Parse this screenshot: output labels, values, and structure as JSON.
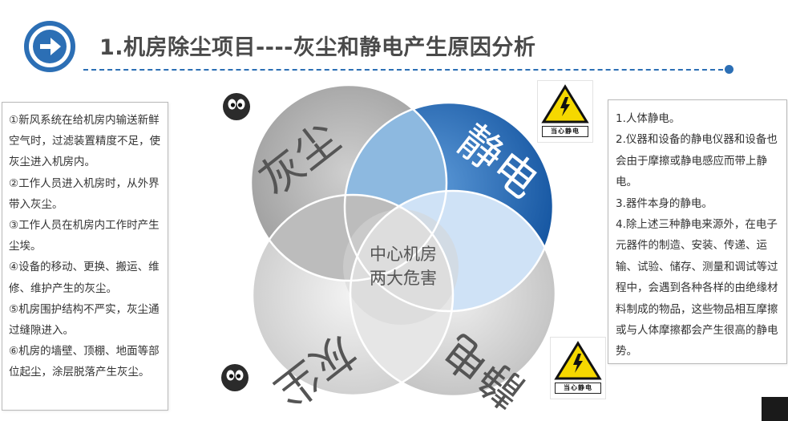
{
  "header": {
    "title": "1.机房除尘项目----灰尘和静电产生原因分析",
    "icon": "arrow-right-circle-icon",
    "accent_color": "#2c6fb5"
  },
  "left_panel": {
    "items": [
      "①新风系统在给机房内输送新鲜空气时，过滤装置精度不足，使灰尘进入机房内。",
      "②工作人员进入机房时，从外界带入灰尘。",
      "③工作人员在机房内工作时产生尘埃。",
      "④设备的移动、更换、搬运、维修、维护产生的灰尘。",
      "⑤机房围护结构不严实，灰尘通过缝隙进入。",
      "⑥机房的墙壁、顶棚、地面等部位起尘，涂层脱落产生灰尘。"
    ]
  },
  "right_panel": {
    "items": [
      "1.人体静电。",
      "2.仪器和设备的静电仪器和设备也会由于摩擦或静电感应而带上静电。",
      "3.器件本身的静电。",
      "4.除上述三种静电来源外，在电子元器件的制造、安装、传递、运输、试验、储存、测量和调试等过程中，会遇到各种各样的由绝缘材料制成的物品，这些物品相互摩擦或与人体摩擦都会产生很高的静电势。"
    ]
  },
  "venn": {
    "circles": [
      {
        "label": "灰尘",
        "fill": "#a9a9a9"
      },
      {
        "label": "静电",
        "fill": "#1f63b0"
      },
      {
        "label": "灰尘",
        "fill": "#d0d0d0"
      },
      {
        "label": "静电",
        "fill": "#c8c8c8"
      }
    ],
    "center_line1": "中心机房",
    "center_line2": "两大危害"
  },
  "signs": {
    "label": "当心静电",
    "icon": "static-warning-sign-icon"
  },
  "decor": {
    "eyes_icon": "eyes-icon"
  }
}
